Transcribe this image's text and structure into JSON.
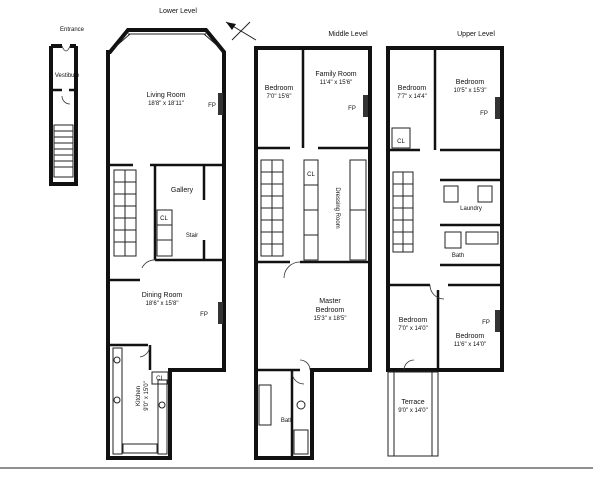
{
  "levels": {
    "lower": "Lower Level",
    "middle": "Middle Level",
    "upper": "Upper Level"
  },
  "entrance": {
    "title": "Entrance",
    "vestibule": "Vestibule"
  },
  "lower": {
    "living_room": "Living Room",
    "living_room_dim": "18'8\" x 18'11\"",
    "gallery": "Gallery",
    "stair": "Stair",
    "dining_room": "Dining Room",
    "dining_room_dim": "18'6\" x 15'8\"",
    "kitchen": "Kitchen",
    "kitchen_dim": "9'0\" x 15'0\"",
    "fp1": "FP",
    "fp2": "FP",
    "cl": "CL"
  },
  "middle": {
    "bedroom": "Bedroom",
    "bedroom_dim": "7'0\" 15'6\"",
    "family_room": "Family Room",
    "family_room_dim": "11'4\" x 15'6\"",
    "dressing_room": "Dressing Room",
    "master_bedroom": "Master",
    "master_bedroom_2": "Bedroom",
    "master_bedroom_dim": "15'3\" x 18'5\"",
    "bath": "Bath",
    "fp": "FP",
    "cl": "CL"
  },
  "upper": {
    "bedroom1": "Bedroom",
    "bedroom1_dim": "7'7\" x 14'4\"",
    "bedroom2": "Bedroom",
    "bedroom2_dim": "10'5\" x 15'3\"",
    "laundry": "Laundry",
    "bath": "Bath",
    "bedroom3": "Bedroom",
    "bedroom3_dim": "7'0\" x 14'0\"",
    "bedroom4": "Bedroom",
    "bedroom4_dim": "11'6\" x 14'0\"",
    "terrace": "Terrace",
    "terrace_dim": "9'0\" x 14'0\"",
    "fp": "FP",
    "cl": "CL"
  }
}
